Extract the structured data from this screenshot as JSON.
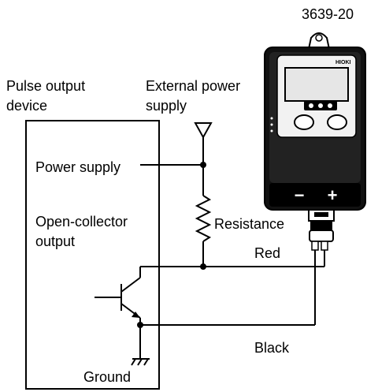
{
  "model_label": "3639-20",
  "device": {
    "title_line1": "Pulse output",
    "title_line2": "device",
    "power_supply_label": "Power supply",
    "output_line1": "Open-collector",
    "output_line2": "output",
    "ground_label": "Ground"
  },
  "external_power": {
    "line1": "External power",
    "line2": "supply"
  },
  "resistance_label": "Resistance",
  "wire_labels": {
    "red": "Red",
    "black": "Black"
  },
  "logger": {
    "brand": "HIOKI",
    "minus": "−",
    "plus": "+"
  },
  "colors": {
    "line": "#000000",
    "device_body": "#111111",
    "screen": "#e6e6e6"
  }
}
